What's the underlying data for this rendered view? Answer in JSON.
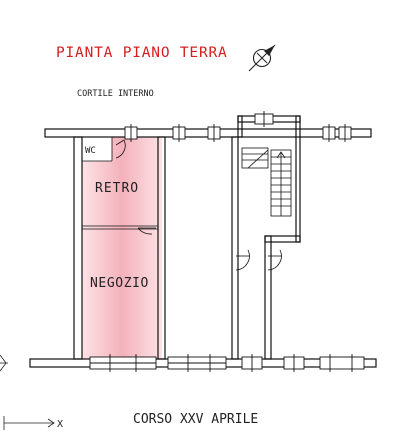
{
  "plan": {
    "title": "PIANTA PIANO TERRA",
    "courtyard": "CORTILE INTERNO",
    "street": "CORSO XXV APRILE",
    "axis_label": "X",
    "rooms": {
      "wc": "WC",
      "back": "RETRO",
      "shop": "NEGOZIO"
    }
  },
  "colors": {
    "title": "#d42020",
    "shop_highlight": "#f6b9c1",
    "walls": "#111111"
  },
  "icons": {
    "north": "north-arrow-icon"
  }
}
